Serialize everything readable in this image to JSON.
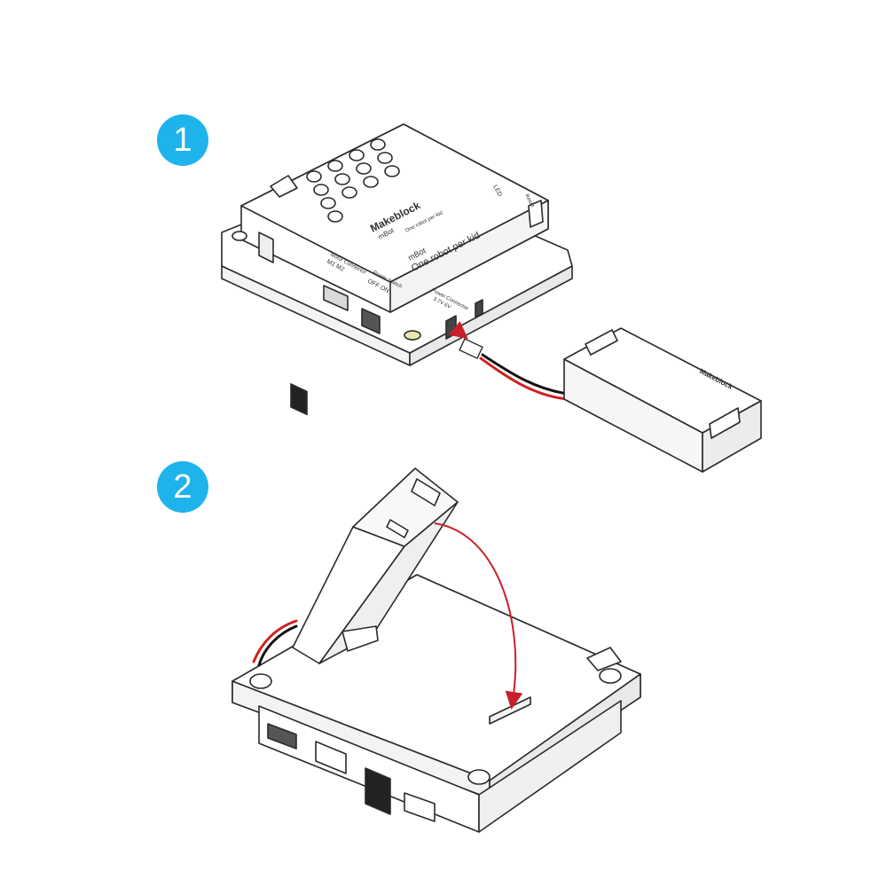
{
  "colors": {
    "badge": "#1fb3ec",
    "line": "#2a2a2a",
    "fill": "#ffffff",
    "cable_red": "#d21f1f",
    "cable_black": "#111111",
    "arrow": "#c81f2a"
  },
  "steps": [
    {
      "number": "1"
    },
    {
      "number": "2"
    }
  ],
  "controller_labels": {
    "brand": "Makeblock",
    "model": "mBot",
    "model_sub": "One robot per kid",
    "tag": "mBot",
    "slogan": "One robot per kid",
    "motor": "Motor Connector",
    "motor_ports": "M1  M2",
    "power_switch": "Power Switch",
    "switch_states": "OFF  ON",
    "power_connector": "Power Connector",
    "voltage": "3.7V    6V",
    "led": "LED",
    "reset": "Reset"
  },
  "battery_label": "Makeblock",
  "icons": {
    "controller": "mbot-controller-board",
    "battery": "battery-box",
    "cable": "power-cable",
    "arrow": "curved-insert-arrow"
  }
}
